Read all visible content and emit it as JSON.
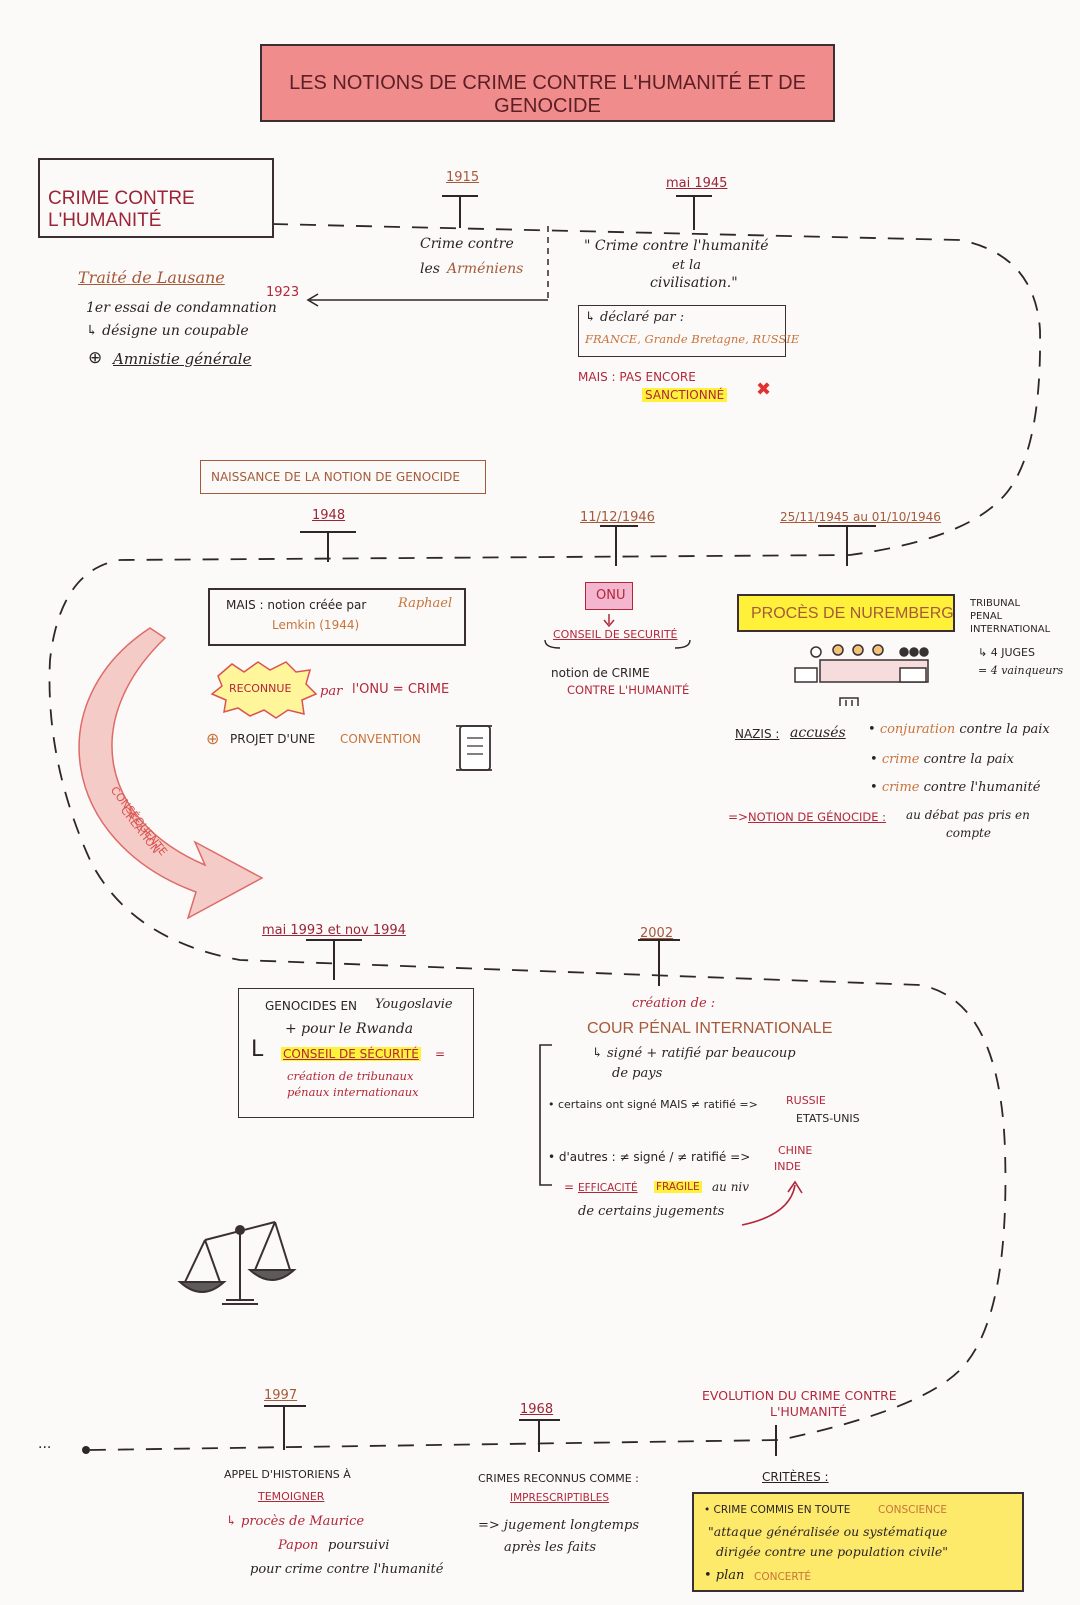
{
  "title": "LES NOTIONS DE CRIME CONTRE L'HUMANITÉ ET DE GENOCIDE",
  "section1": {
    "heading": "CRIME CONTRE L'HUMANITÉ",
    "lausanne": {
      "title": "Traité de Lausane",
      "year": "1923",
      "line1": "1er essai de condamnation",
      "line2": "↳ désigne un coupable",
      "plus": "⊕",
      "line3": "Amnistie générale"
    },
    "event1915": {
      "date": "1915",
      "text1": "Crime contre",
      "text2a": "les",
      "text2b": "Arméniens"
    },
    "event1945": {
      "date": "mai 1945",
      "quote1": "\" Crime contre l'humanité",
      "quote2": "et la",
      "quote3": "civilisation.\"",
      "declared": "↳ déclaré par :",
      "countries": "FRANCE, Grande Bretagne, RUSSIE",
      "mais": "MAIS : PAS ENCORE",
      "sanctionne": "SANCTIONNÉ",
      "cross": "✖"
    }
  },
  "section2": {
    "heading": "NAISSANCE DE LA NOTION DE GENOCIDE",
    "event1948": {
      "date": "1948",
      "mais_label": "MAIS : notion créée par",
      "author": "Raphael",
      "author2": "Lemkin (1944)",
      "reconnue": "RECONNUE",
      "par": "par",
      "onu_crime": "l'ONU = CRIME",
      "plus": "⊕",
      "projet": "PROJET D'UNE",
      "convention": "CONVENTION"
    },
    "event1946": {
      "date": "11/12/1946",
      "onu": "ONU",
      "conseil": "CONSEIL DE SECURITÉ",
      "notion1": "notion de CRIME",
      "notion2": "CONTRE L'HUMANITÉ"
    },
    "nuremberg": {
      "date": "25/11/1945 au 01/10/1946",
      "title": "PROCÈS DE NUREMBERG",
      "tribunal1": "TRIBUNAL",
      "tribunal2": "PENAL",
      "tribunal3": "INTERNATIONAL",
      "juges": "↳ 4 JUGES",
      "vainqueurs": "= 4 vainqueurs",
      "nazis": "NAZIS :",
      "accuses": "accusés",
      "charges": [
        {
          "a": "conjuration",
          "b": "contre la paix"
        },
        {
          "a": "crime",
          "b": "contre la paix"
        },
        {
          "a": "crime",
          "b": "contre l'humanité"
        }
      ],
      "arrow": "=>",
      "genocide": "NOTION DE GÉNOCIDE :",
      "debat": "au débat pas pris en",
      "compte": "compte"
    },
    "arrow_label1": "CRÉATION",
    "arrow_label2": "CONSÉQUENTE"
  },
  "section3": {
    "event1993": {
      "date": "mai 1993 et nov 1994",
      "line1": "GENOCIDES EN",
      "line1b": "Yougoslavie",
      "line2": "+ pour le Rwanda",
      "conseil": "CONSEIL DE SÉCURITÉ",
      "eq": "=",
      "line3": "création de tribunaux",
      "line4": "pénaux internationaux"
    },
    "event2002": {
      "date": "2002",
      "creation": "création de :",
      "cour": "COUR PÉNAL INTERNATIONALE",
      "signe1": "↳ signé + ratifié par beaucoup",
      "signe2": "de pays",
      "certains": "• certains ont signé MAIS ≠ ratifié =>",
      "russie": "RUSSIE",
      "etats": "ETATS-UNIS",
      "autres": "• d'autres : ≠ signé / ≠ ratifié =>",
      "chine": "CHINE",
      "inde": "INDE",
      "efficacite_eq": "=",
      "efficacite": "EFFICACITÉ",
      "fragile": "FRAGILE",
      "au_niv": "au niv",
      "jugements": "de certains jugements"
    }
  },
  "section4": {
    "dots": "...",
    "event1997": {
      "date": "1997",
      "appel": "APPEL D'HISTORIENS À",
      "temoigner": "TEMOIGNER",
      "proces": "↳ procès de Maurice",
      "papon": "Papon",
      "poursuivi": "poursuivi",
      "pour": "pour crime contre l'humanité"
    },
    "event1968": {
      "date": "1968",
      "crimes": "CRIMES RECONNUS COMME :",
      "impres": "IMPRESCRIPTIBLES",
      "jugement": "=> jugement longtemps",
      "apres": "après les faits"
    },
    "evolution": {
      "title1": "EVOLUTION DU CRIME CONTRE",
      "title2": "L'HUMANITÉ",
      "criteres": "CRITÈRES :",
      "c1a": "• CRIME COMMIS EN TOUTE",
      "c1b": "CONSCIENCE",
      "c2a": "\"attaque généralisée ou systématique",
      "c2b": "dirigée contre une population civile\"",
      "c3a": "• plan",
      "c3b": "CONCERTÉ"
    }
  },
  "icons": [
    "scroll-icon",
    "scales-icon",
    "tribunal-icon",
    "cross-icon",
    "curved-arrow-icon"
  ],
  "colors": {
    "title_bg": "#f08c8c",
    "brown": "#a55a3a",
    "red": "#b3273a",
    "highlight_yellow": "#fff23a",
    "nuremberg_bg": "#fff03a",
    "criteres_bg": "#fde96a",
    "onu_pink": "#f4b6cf"
  }
}
